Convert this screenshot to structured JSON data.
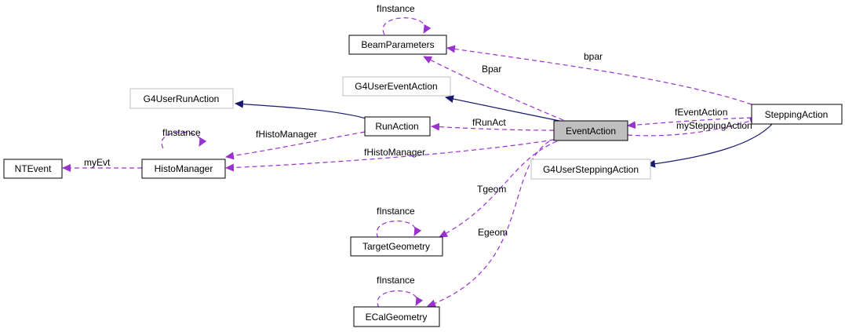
{
  "colors": {
    "inherit_edge": "#191970",
    "usage_edge": "#9a32cd",
    "node_border": "#000000",
    "external_border": "#bfbfbf",
    "highlight_fill": "#bfbfbf",
    "node_fill": "#ffffff"
  },
  "nodes": {
    "beam_parameters": "BeamParameters",
    "g4_user_event_action": "G4UserEventAction",
    "g4_user_run_action": "G4UserRunAction",
    "run_action": "RunAction",
    "event_action": "EventAction",
    "stepping_action": "SteppingAction",
    "nt_event": "NTEvent",
    "histo_manager": "HistoManager",
    "g4_user_stepping_action": "G4UserSteppingAction",
    "target_geometry": "TargetGeometry",
    "ecal_geometry": "ECalGeometry"
  },
  "edge_labels": {
    "beam_self": "fInstance",
    "histo_self": "fInstance",
    "target_self": "fInstance",
    "ecal_self": "fInstance",
    "bpar": "bpar",
    "Bpar": "Bpar",
    "f_run_act": "fRunAct",
    "f_histo_manager_run": "fHistoManager",
    "f_histo_manager_event": "fHistoManager",
    "f_event_action": "fEventAction",
    "my_stepping": "mySteppingAction",
    "my_evt": "myEvt",
    "tgeom": "Tgeom",
    "egeom": "Egeom"
  }
}
